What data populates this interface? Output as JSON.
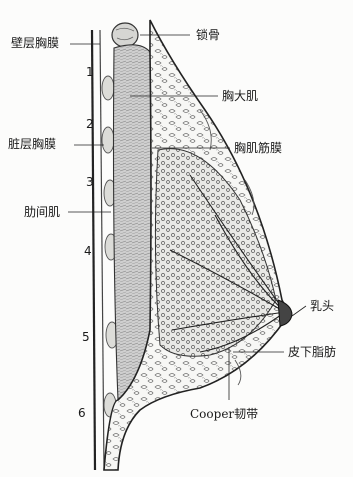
{
  "diagram": {
    "labels": {
      "parietal_pleura": "壁层胸膜",
      "clavicle": "锁骨",
      "pectoralis_major": "胸大肌",
      "visceral_pleura": "脏层胸膜",
      "pectoral_fascia": "胸肌筋膜",
      "intercostal_muscle": "肋间肌",
      "nipple": "乳头",
      "subcutaneous_fat": "皮下脂肪",
      "cooper_ligament": "Cooper韧带"
    },
    "ribs": [
      "1",
      "2",
      "3",
      "4",
      "5",
      "6"
    ]
  }
}
